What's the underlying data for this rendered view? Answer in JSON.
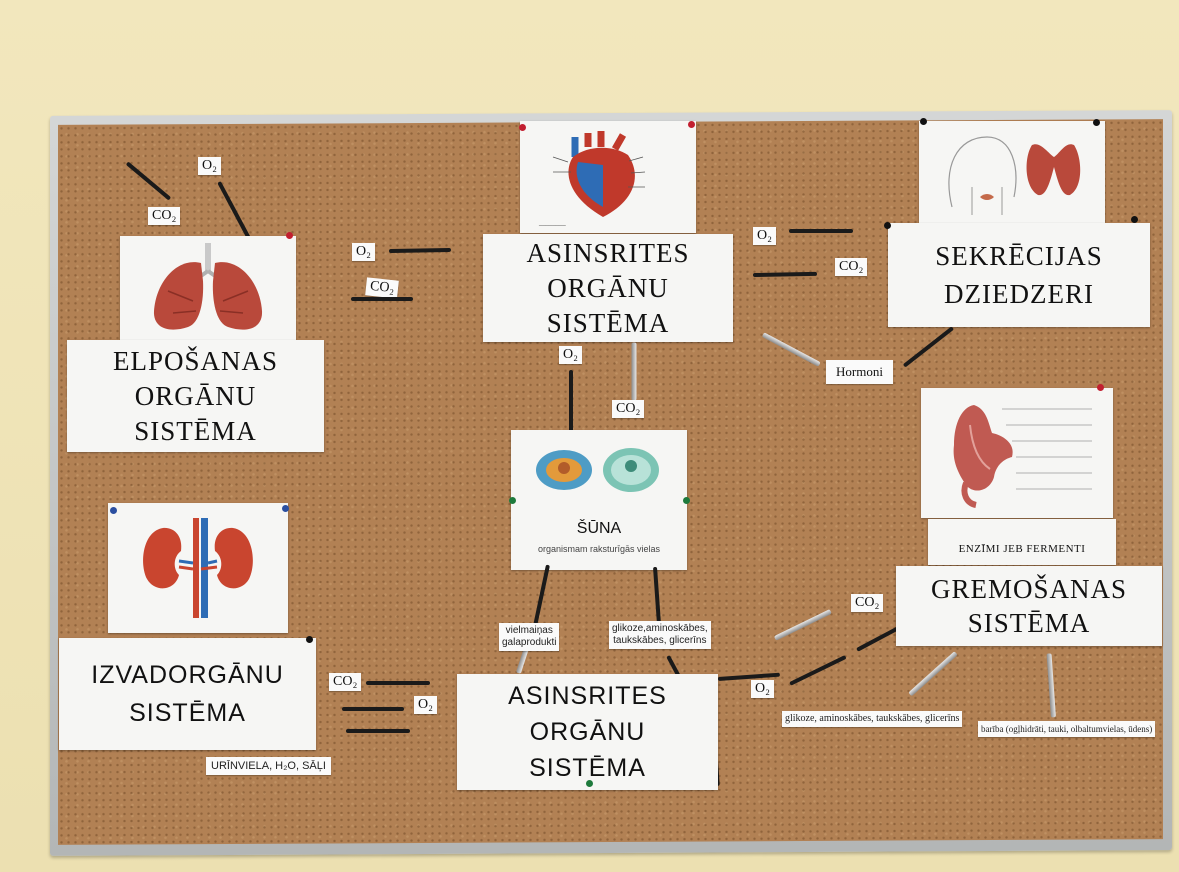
{
  "board": {
    "systems": {
      "respiratory": "ELPOŠANAS\nORGĀNU\nSISTĒMA",
      "circulatory_top": "ASINSRITES\nORGĀNU\nSISTĒMA",
      "endocrine": "SEKRĒCIJAS\nDZIEDZERI",
      "excretory": "IZVADORGĀNU\nSISTĒMA",
      "circulatory_bottom": "ASINSRITES\nORGĀNU\nSISTĒMA",
      "digestive": "GREMOŠANAS\nSISTĒMA"
    },
    "cell": {
      "title": "ŠŪNA",
      "subtitle": "organismam raksturīgās vielas"
    },
    "labels": {
      "o2": "O₂",
      "co2": "CO₂",
      "hormoni": "Hormoni",
      "enzimi": "ENZĪMI JEB FERMENTI",
      "urine": "URĪNVIELA, H₂O, SĀĻI",
      "waste": "vielmaiņas\ngalaprodukti",
      "nutrients_cell": "glikoze,aminoskābes,\ntaukskābes, glicerīns",
      "nutrients_blood": "glikoze, aminoskābes, taukskābes, glicerīns",
      "food": "barība (ogļhidrāti, tauki, olbaltumvielas, ūdens)"
    },
    "pictures": {
      "lungs": "lungs-picture",
      "heart": "heart-diagram-picture",
      "thyroid": "thyroid-picture",
      "kidneys": "kidneys-picture",
      "stomach": "stomach-diagram-picture",
      "cell": "cell-picture"
    },
    "colors": {
      "cork": "#b28154",
      "wall": "#efe3b6",
      "card": "#f6f6f4",
      "organ_red": "#b9493b",
      "vessel_blue": "#2e6cb5"
    }
  }
}
